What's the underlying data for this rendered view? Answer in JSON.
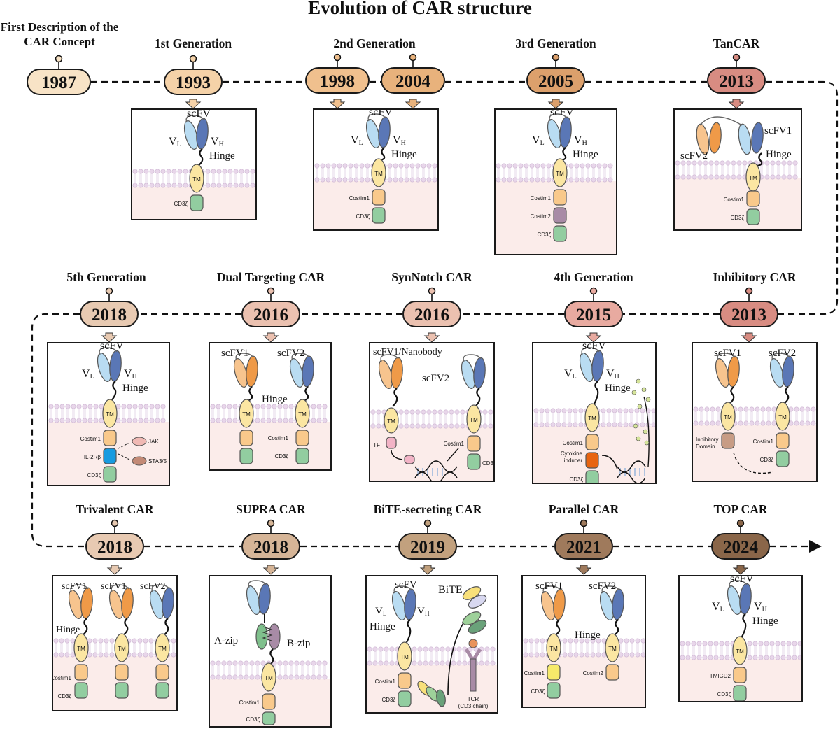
{
  "title": "Evolution of CAR structure",
  "first_description": "First Description of the CAR Concept",
  "milestones": [
    {
      "id": "m1987",
      "year": "1987",
      "label": ""
    },
    {
      "id": "m1993",
      "year": "1993",
      "label": "1st Generation"
    },
    {
      "id": "m1998",
      "year": "1998",
      "label": "2nd Generation"
    },
    {
      "id": "m2004",
      "year": "2004",
      "label": ""
    },
    {
      "id": "m2005",
      "year": "2005",
      "label": "3rd Generation"
    },
    {
      "id": "m2013a",
      "year": "2013",
      "label": "TanCAR"
    },
    {
      "id": "m2013b",
      "year": "2013",
      "label": "Inhibitory CAR"
    },
    {
      "id": "m2015",
      "year": "2015",
      "label": "4th Generation"
    },
    {
      "id": "m2016a",
      "year": "2016",
      "label": "SynNotch CAR"
    },
    {
      "id": "m2016b",
      "year": "2016",
      "label": "Dual Targeting CAR"
    },
    {
      "id": "m2018a",
      "year": "2018",
      "label": "5th Generation"
    },
    {
      "id": "m2018b",
      "year": "2018",
      "label": "Trivalent CAR"
    },
    {
      "id": "m2018c",
      "year": "2018",
      "label": "SUPRA CAR"
    },
    {
      "id": "m2019",
      "year": "2019",
      "label": "BiTE-secreting CAR"
    },
    {
      "id": "m2021",
      "year": "2021",
      "label": "Parallel CAR"
    },
    {
      "id": "m2024",
      "year": "2024",
      "label": "TOP CAR"
    }
  ],
  "colors": {
    "y1987": "#f8e3c6",
    "y1993": "#f5d2a8",
    "y1998": "#f0c08e",
    "y2004": "#e8b27c",
    "y2005": "#dca06c",
    "y2013": "#d88c82",
    "y2015": "#e8aaa0",
    "y2016": "#ebc1b0",
    "y2018a": "#e8cab2",
    "y2018b": "#d6b597",
    "y2019": "#c2a17e",
    "y2021": "#9f7a5c",
    "y2024": "#8a6649",
    "scfv_light": "#b9dcf2",
    "scfv_dark": "#5a77b6",
    "scfv2_light": "#f7c48e",
    "scfv2_dark": "#ef9a48",
    "tm": "#fbe6a2",
    "costim": "#f9c98b",
    "cd3z": "#92cda0",
    "costim2": "#a88ba6",
    "membrane": "#e8d6ea",
    "cytoplasm": "#fbecea",
    "il2rb": "#179be0",
    "cytokine": "#e86410",
    "jak": "#f0b9b4",
    "stat": "#c38a76",
    "tf": "#f2b3c6",
    "inhib": "#c79c85"
  },
  "labels": {
    "scfv": "scFV",
    "vl": "VL",
    "vh": "VH",
    "hinge": "Hinge",
    "tm": "TM",
    "cd3z": "CD3ζ",
    "costim1": "Costim1",
    "costim2": "Costim2",
    "scfv1": "scFV1",
    "scfv2": "scFV2",
    "il2rb": "IL-2Rβ",
    "jak": "JAK",
    "stat": "STA3/5",
    "scfv1_nanobody": "scFV1/Nanobody",
    "tf": "TF",
    "cytokine_inducer": "Cytokine\ninducer",
    "inhibitory_domain": "Inhibitory\nDomain",
    "azip": "A-zip",
    "bzip": "B-zip",
    "bite": "BiTE",
    "tcr": "TCR",
    "cd3_chain": "(CD3 chain)",
    "tmigd2": "TMIGD2"
  }
}
